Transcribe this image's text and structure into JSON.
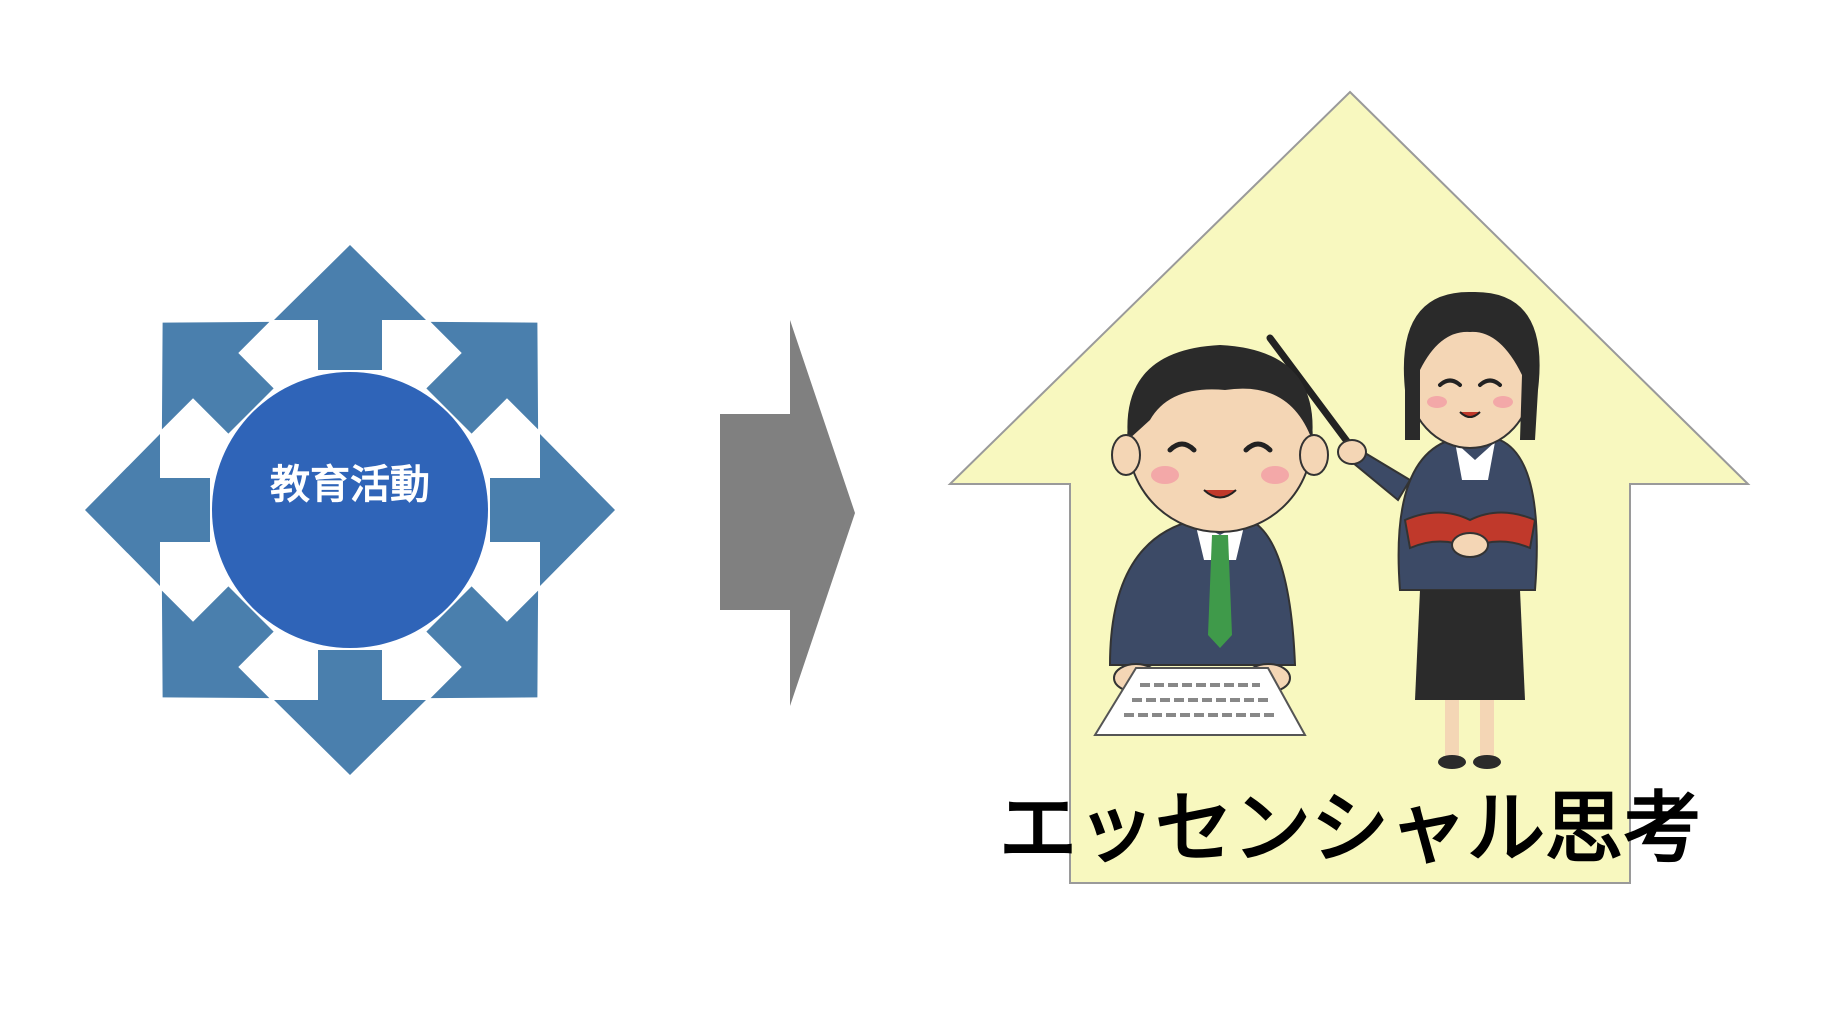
{
  "left_cluster": {
    "center_label": "教育活動",
    "center_color": "#2f64b8",
    "arrow_color": "#4a7fad",
    "arrow_count": 8
  },
  "transition_arrow": {
    "color": "#808080",
    "direction": "right"
  },
  "right_panel": {
    "house_fill": "#f8f8bf",
    "house_stroke": "#9a9a9a",
    "label": "エッセンシャル思考",
    "illustration": "teacher-and-student"
  }
}
